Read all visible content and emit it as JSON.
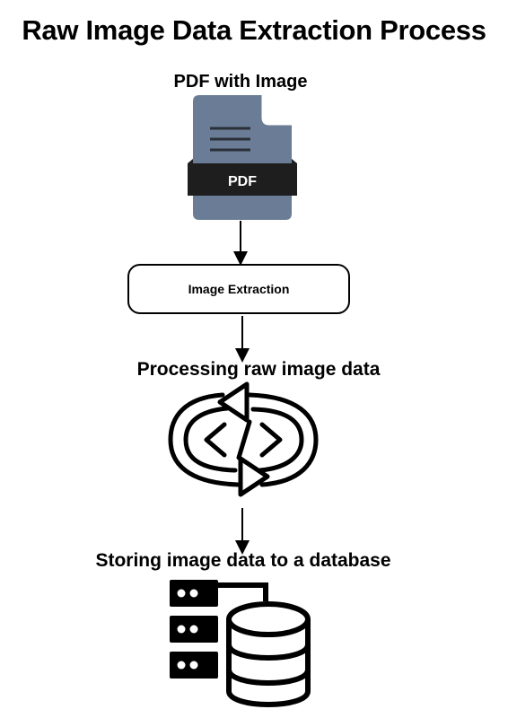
{
  "title": "Raw Image Data Extraction Process",
  "steps": {
    "pdf": {
      "label": "PDF with Image",
      "badge": "PDF",
      "icon": "pdf-file-icon"
    },
    "extraction": {
      "label": "Image Extraction"
    },
    "processing": {
      "label": "Processing raw image data",
      "icon": "code-cycle-icon"
    },
    "storing": {
      "label": "Storing image data to a database",
      "icon": "database-server-icon"
    }
  },
  "colors": {
    "pdf_body": "#6b7d96",
    "pdf_band": "#1e1e1e",
    "ink": "#000000"
  }
}
